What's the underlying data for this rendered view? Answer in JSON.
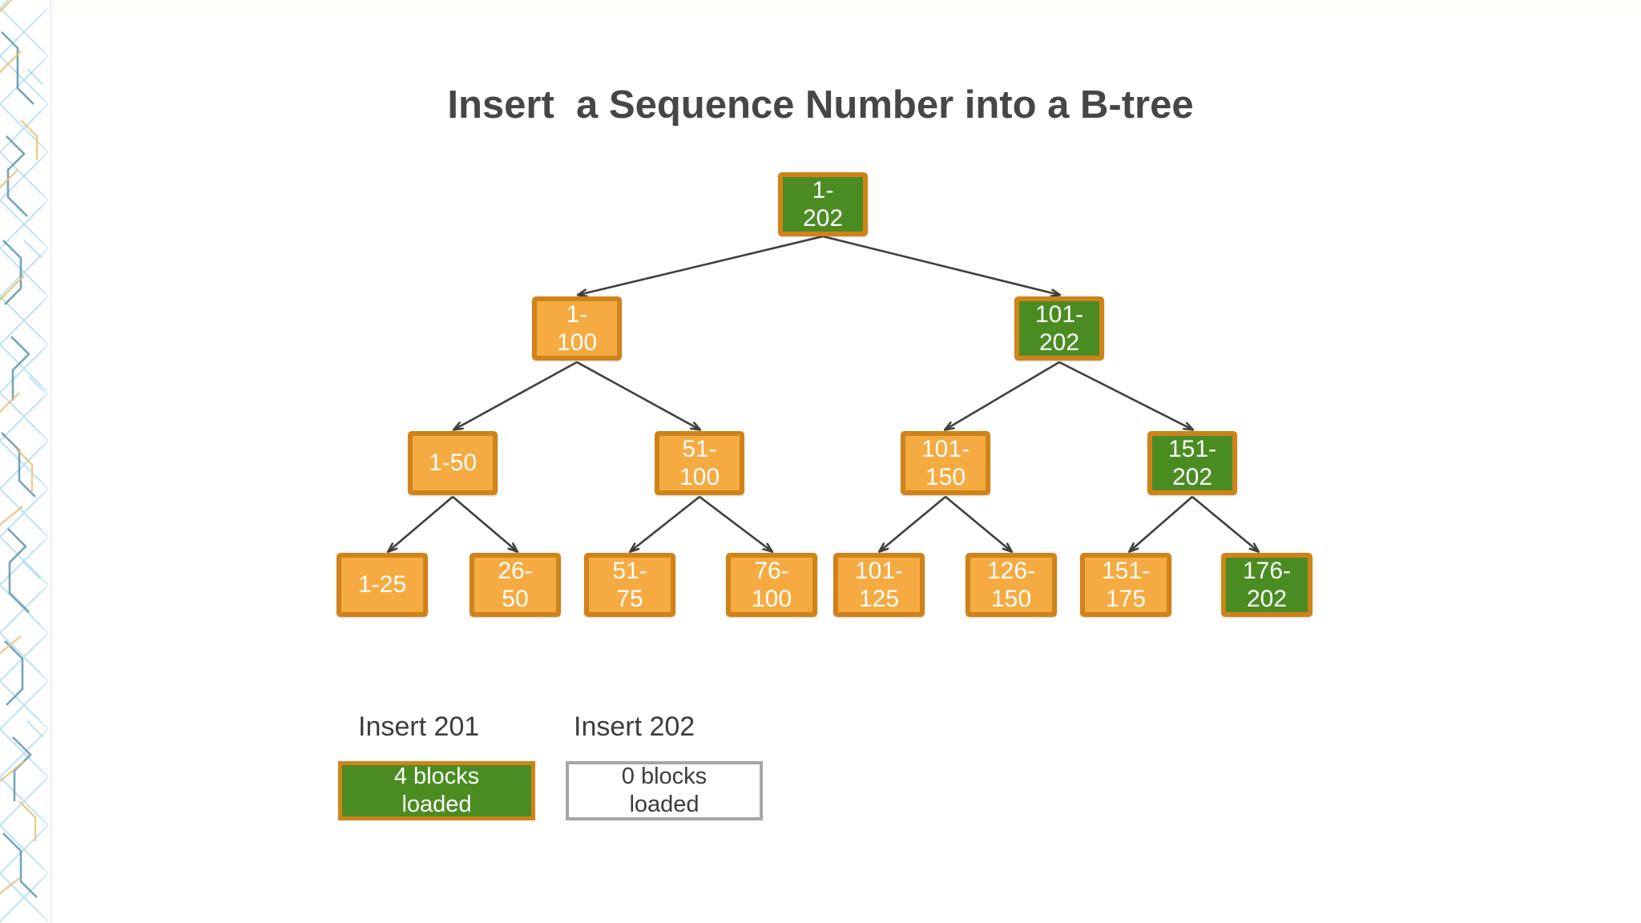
{
  "slide": {
    "title": "Insert  a Sequence Number into a B-tree",
    "background_color": "#ffffff",
    "title_color": "#464646"
  },
  "colors": {
    "node_orange_fill": "#f5ab42",
    "node_orange_border": "#cf8319",
    "node_green_fill": "#4b8c22",
    "node_green_border": "#cf8319",
    "node_text": "#ffffff",
    "arrow": "#3f3f3f",
    "legend_empty_border": "#a6a6a6",
    "legend_text_dark": "#3c3c3c"
  },
  "tree": {
    "root": {
      "label": "1-\n202",
      "text": "1-202",
      "state": "green"
    },
    "level2": [
      {
        "label": "1-\n100",
        "text": "1-100",
        "state": "orange"
      },
      {
        "label": "101-\n202",
        "text": "101-202",
        "state": "green"
      }
    ],
    "level3": [
      {
        "label": "1-50",
        "text": "1-50",
        "state": "orange"
      },
      {
        "label": "51-\n100",
        "text": "51-100",
        "state": "orange"
      },
      {
        "label": "101-\n150",
        "text": "101-150",
        "state": "orange"
      },
      {
        "label": "151-\n202",
        "text": "151-202",
        "state": "green"
      }
    ],
    "leaves": [
      {
        "label": "1-25",
        "text": "1-25",
        "state": "orange"
      },
      {
        "label": "26-\n50",
        "text": "26-50",
        "state": "orange"
      },
      {
        "label": "51-\n75",
        "text": "51-75",
        "state": "orange"
      },
      {
        "label": "76-\n100",
        "text": "76-100",
        "state": "orange"
      },
      {
        "label": "101-\n125",
        "text": "101-125",
        "state": "orange"
      },
      {
        "label": "126-\n150",
        "text": "126-150",
        "state": "orange"
      },
      {
        "label": "151-\n175",
        "text": "151-175",
        "state": "orange"
      },
      {
        "label": "176-\n202",
        "text": "176-202",
        "state": "green"
      }
    ]
  },
  "legend": {
    "items": [
      {
        "caption": "Insert 201",
        "box_label": "4 blocks\nloaded",
        "box_text": "4 blocks loaded",
        "blocks": 4,
        "style": "filled"
      },
      {
        "caption": "Insert 202",
        "box_label": "0 blocks\nloaded",
        "box_text": "0 blocks loaded",
        "blocks": 0,
        "style": "empty"
      }
    ]
  }
}
